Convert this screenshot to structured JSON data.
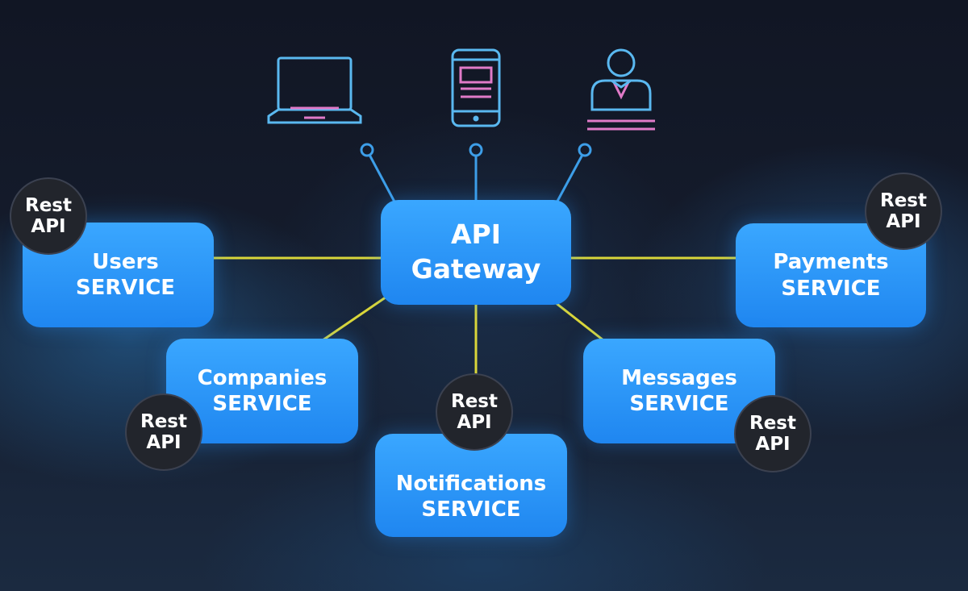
{
  "gateway": {
    "line1": "API",
    "line2": "Gateway"
  },
  "badge": {
    "line1": "Rest",
    "line2": "API"
  },
  "services": {
    "users": {
      "name": "Users",
      "kind": "SERVICE"
    },
    "payments": {
      "name": "Payments",
      "kind": "SERVICE"
    },
    "companies": {
      "name": "Companies",
      "kind": "SERVICE"
    },
    "notifications": {
      "name": "Notifications",
      "kind": "SERVICE"
    },
    "messages": {
      "name": "Messages",
      "kind": "SERVICE"
    }
  },
  "clients": [
    "laptop-icon",
    "smartphone-icon",
    "user-icon"
  ],
  "colors": {
    "box": "#2b96ff",
    "badge": "#22252c",
    "connector": "#d9d63a",
    "client_line": "#3d9ee8",
    "icon_stroke": "#5ab8f0",
    "icon_accent": "#e07ac8"
  }
}
